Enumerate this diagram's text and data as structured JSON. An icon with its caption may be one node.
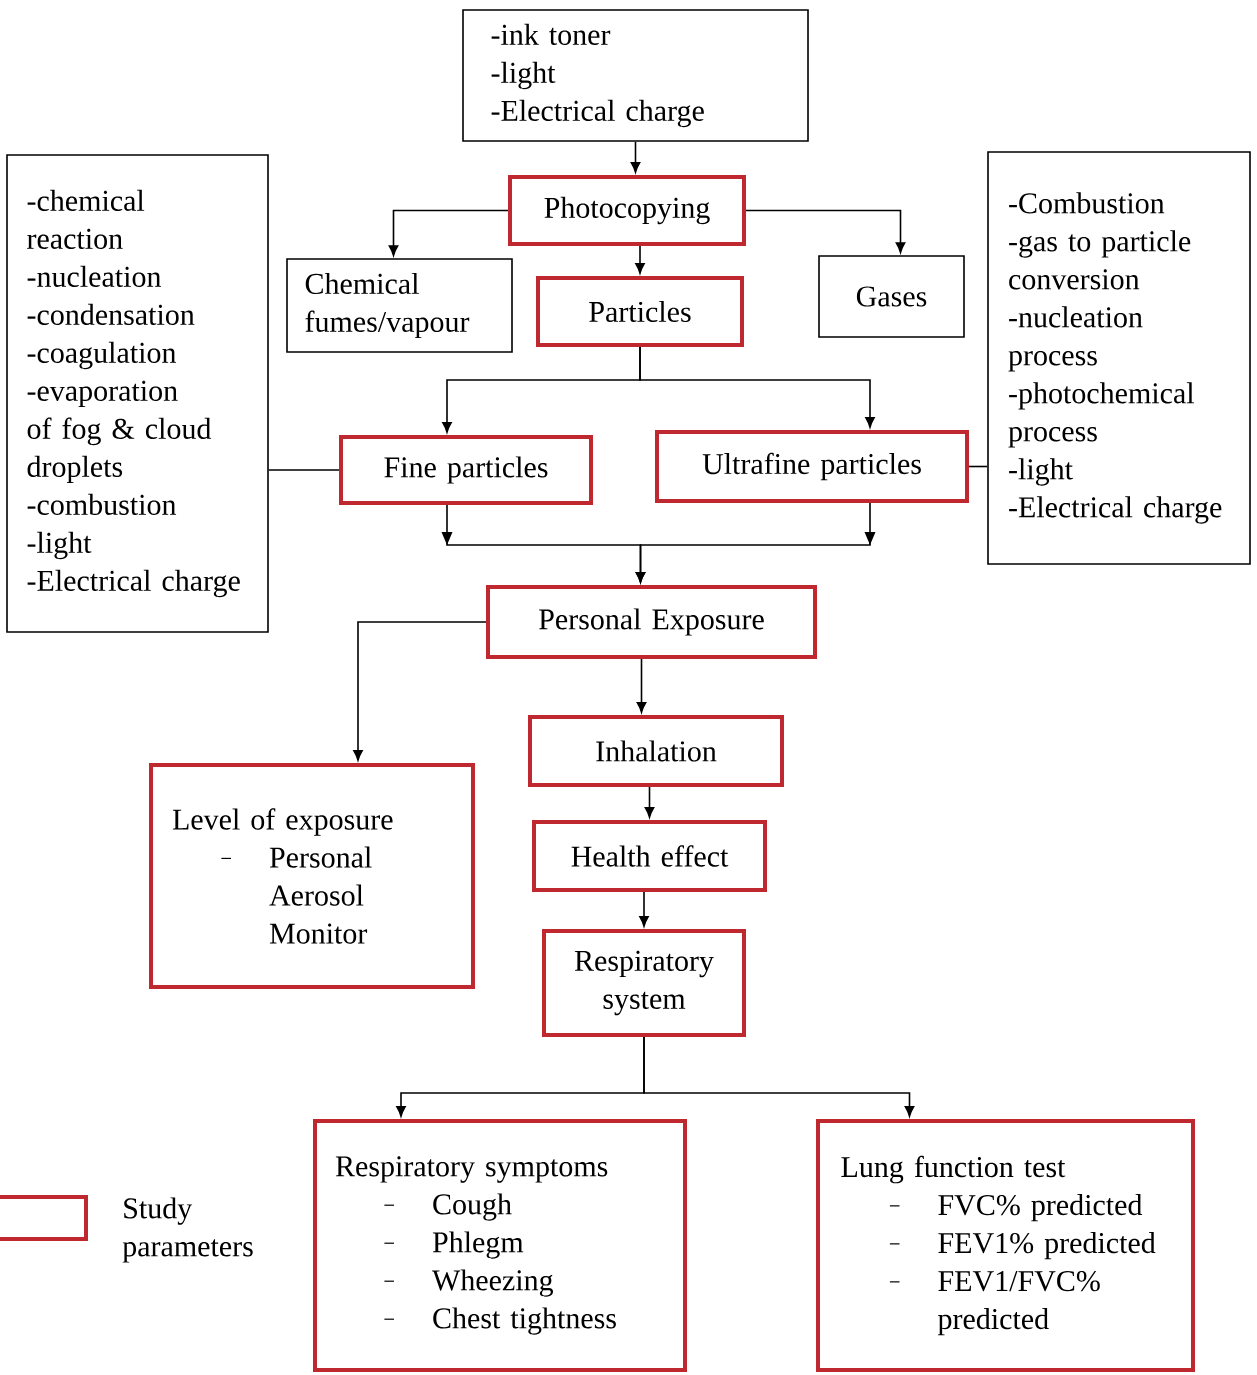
{
  "diagram": {
    "nodes": [
      {
        "text": [
          "-ink toner",
          "-light",
          "-Electrical charge"
        ]
      },
      {
        "text": [
          "Photocopying"
        ]
      },
      {
        "text": [
          "Chemical fumes/vapour"
        ]
      },
      {
        "text": [
          "Particles"
        ]
      },
      {
        "text": [
          "Gases"
        ]
      },
      {
        "text": [
          "-chemical reaction",
          "-nucleation",
          "-condensation",
          "-coagulation",
          "-evaporation of fog & cloud droplets",
          "-combustion",
          "-light",
          "-Electrical charge"
        ]
      },
      {
        "text": [
          "Fine particles"
        ]
      },
      {
        "text": [
          "Ultrafine particles"
        ]
      },
      {
        "text": [
          "-Combustion",
          "-gas to particle conversion",
          "-nucleation process",
          "-photochemical process",
          "-light",
          "-Electrical charge"
        ]
      },
      {
        "text": [
          "Personal Exposure"
        ]
      },
      {
        "text": [
          "Inhalation"
        ]
      },
      {
        "text": [
          "Level of exposure",
          "Personal Aerosol Monitor"
        ]
      },
      {
        "text": [
          "Health effect"
        ]
      },
      {
        "text": [
          "Respiratory system"
        ]
      },
      {
        "text": [
          "Respiratory symptoms",
          "Cough",
          "Phlegm",
          "Wheezing",
          "Chest tightness"
        ]
      },
      {
        "text": [
          "Lung function test",
          "FVC% predicted",
          "FEV1% predicted",
          "FEV1/FVC% predicted"
        ]
      }
    ],
    "edges": [
      {
        "from": 0,
        "to": 1,
        "arrow": "to"
      },
      {
        "from": 1,
        "to": 2,
        "arrow": "to"
      },
      {
        "from": 1,
        "to": 4,
        "arrow": "to"
      },
      {
        "from": 1,
        "to": 3,
        "arrow": "to"
      },
      {
        "from": 3,
        "to": 6,
        "arrow": "to"
      },
      {
        "from": 3,
        "to": 7,
        "arrow": "to"
      },
      {
        "from": 5,
        "to": 6,
        "arrow": "none"
      },
      {
        "from": 7,
        "to": 8,
        "arrow": "none"
      },
      {
        "from": 6,
        "to": 9,
        "arrow": "to"
      },
      {
        "from": 7,
        "to": 9,
        "arrow": "to"
      },
      {
        "from": 9,
        "to": 11,
        "arrow": "to"
      },
      {
        "from": 9,
        "to": 10,
        "arrow": "to"
      },
      {
        "from": 10,
        "to": 12,
        "arrow": "to"
      },
      {
        "from": 12,
        "to": 13,
        "arrow": "to"
      },
      {
        "from": 13,
        "to": 14,
        "arrow": "to"
      },
      {
        "from": 13,
        "to": 15,
        "arrow": "to"
      }
    ],
    "legend": [
      {
        "text": "Study parameters"
      }
    ]
  }
}
